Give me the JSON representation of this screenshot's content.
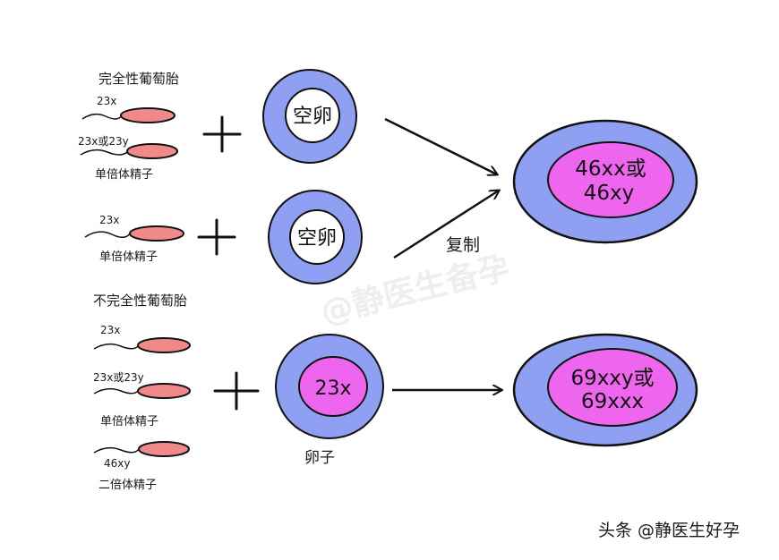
{
  "complete_mole": {
    "title": "完全性葡萄胎",
    "group1": {
      "sperm1_label": "23x",
      "sperm2_label": "23x或23y",
      "sperm_kind": "单倍体精子",
      "egg_label": "空卵"
    },
    "group2": {
      "sperm_label": "23x",
      "sperm_kind": "单倍体精子",
      "egg_label": "空卵"
    },
    "arrow_label": "复制",
    "result_line1": "46xx或",
    "result_line2": "46xy"
  },
  "partial_mole": {
    "title": "不完全性葡萄胎",
    "sperm1_label": "23x",
    "sperm2_label": "23x或23y",
    "haploid_kind": "单倍体精子",
    "sperm3_label": "46xy",
    "diploid_kind": "二倍体精子",
    "egg_label": "23x",
    "egg_caption": "卵子",
    "result_line1": "69xxy或",
    "result_line2": "69xxx"
  },
  "watermark": "@静医生备孕",
  "source": "头条 @静医生好孕",
  "colors": {
    "egg_outer": "#8fa0f2",
    "egg_inner_empty": "#ffffff",
    "egg_inner_filled": "#ee66ee",
    "sperm_head": "#f08a8a",
    "outline": "#111111"
  }
}
